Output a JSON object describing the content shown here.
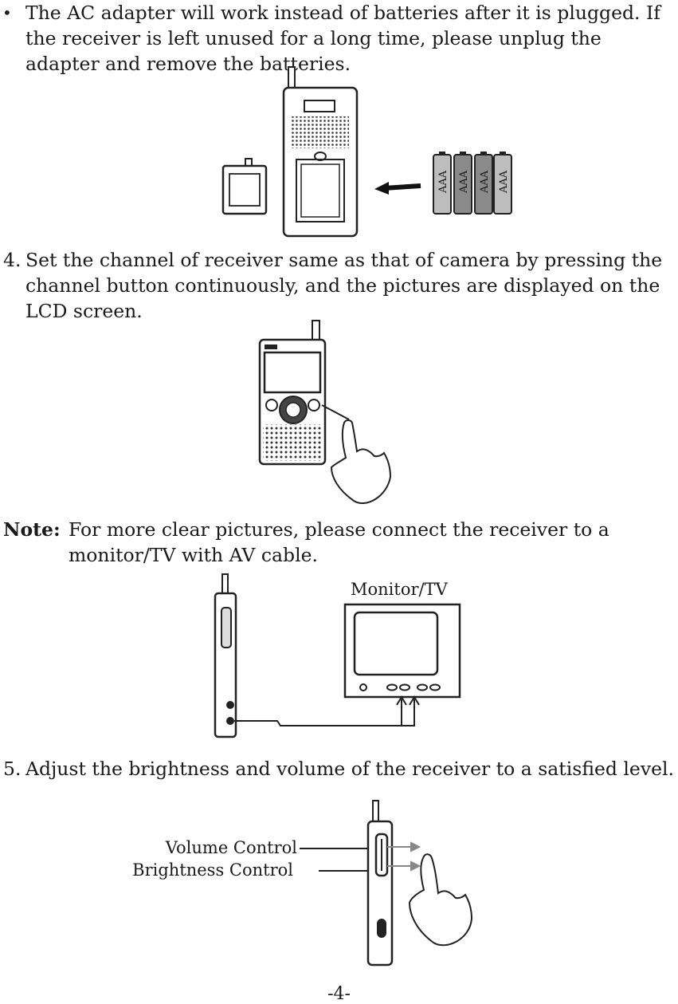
{
  "section_ac": {
    "bullet": "•",
    "text": "The AC adapter will work instead of batteries after it is plugged. If the receiver is left unused for a long time, please unplug the adapter and remove the batteries.",
    "battery_label": "AAA"
  },
  "step4": {
    "number": "4.",
    "text": "Set the channel of receiver same as that of camera by pressing the channel button continuously, and the pictures are displayed on the LCD screen."
  },
  "note": {
    "label": "Note:",
    "text": "For more clear pictures, please connect the receiver to a monitor/TV with AV cable.",
    "monitor_label": "Monitor/TV"
  },
  "step5": {
    "number": "5.",
    "text": "Adjust the brightness and volume of the receiver to a satisfied level.",
    "volume_label": "Volume Control",
    "brightness_label": "Brightness Control"
  },
  "page_number": "-4-"
}
